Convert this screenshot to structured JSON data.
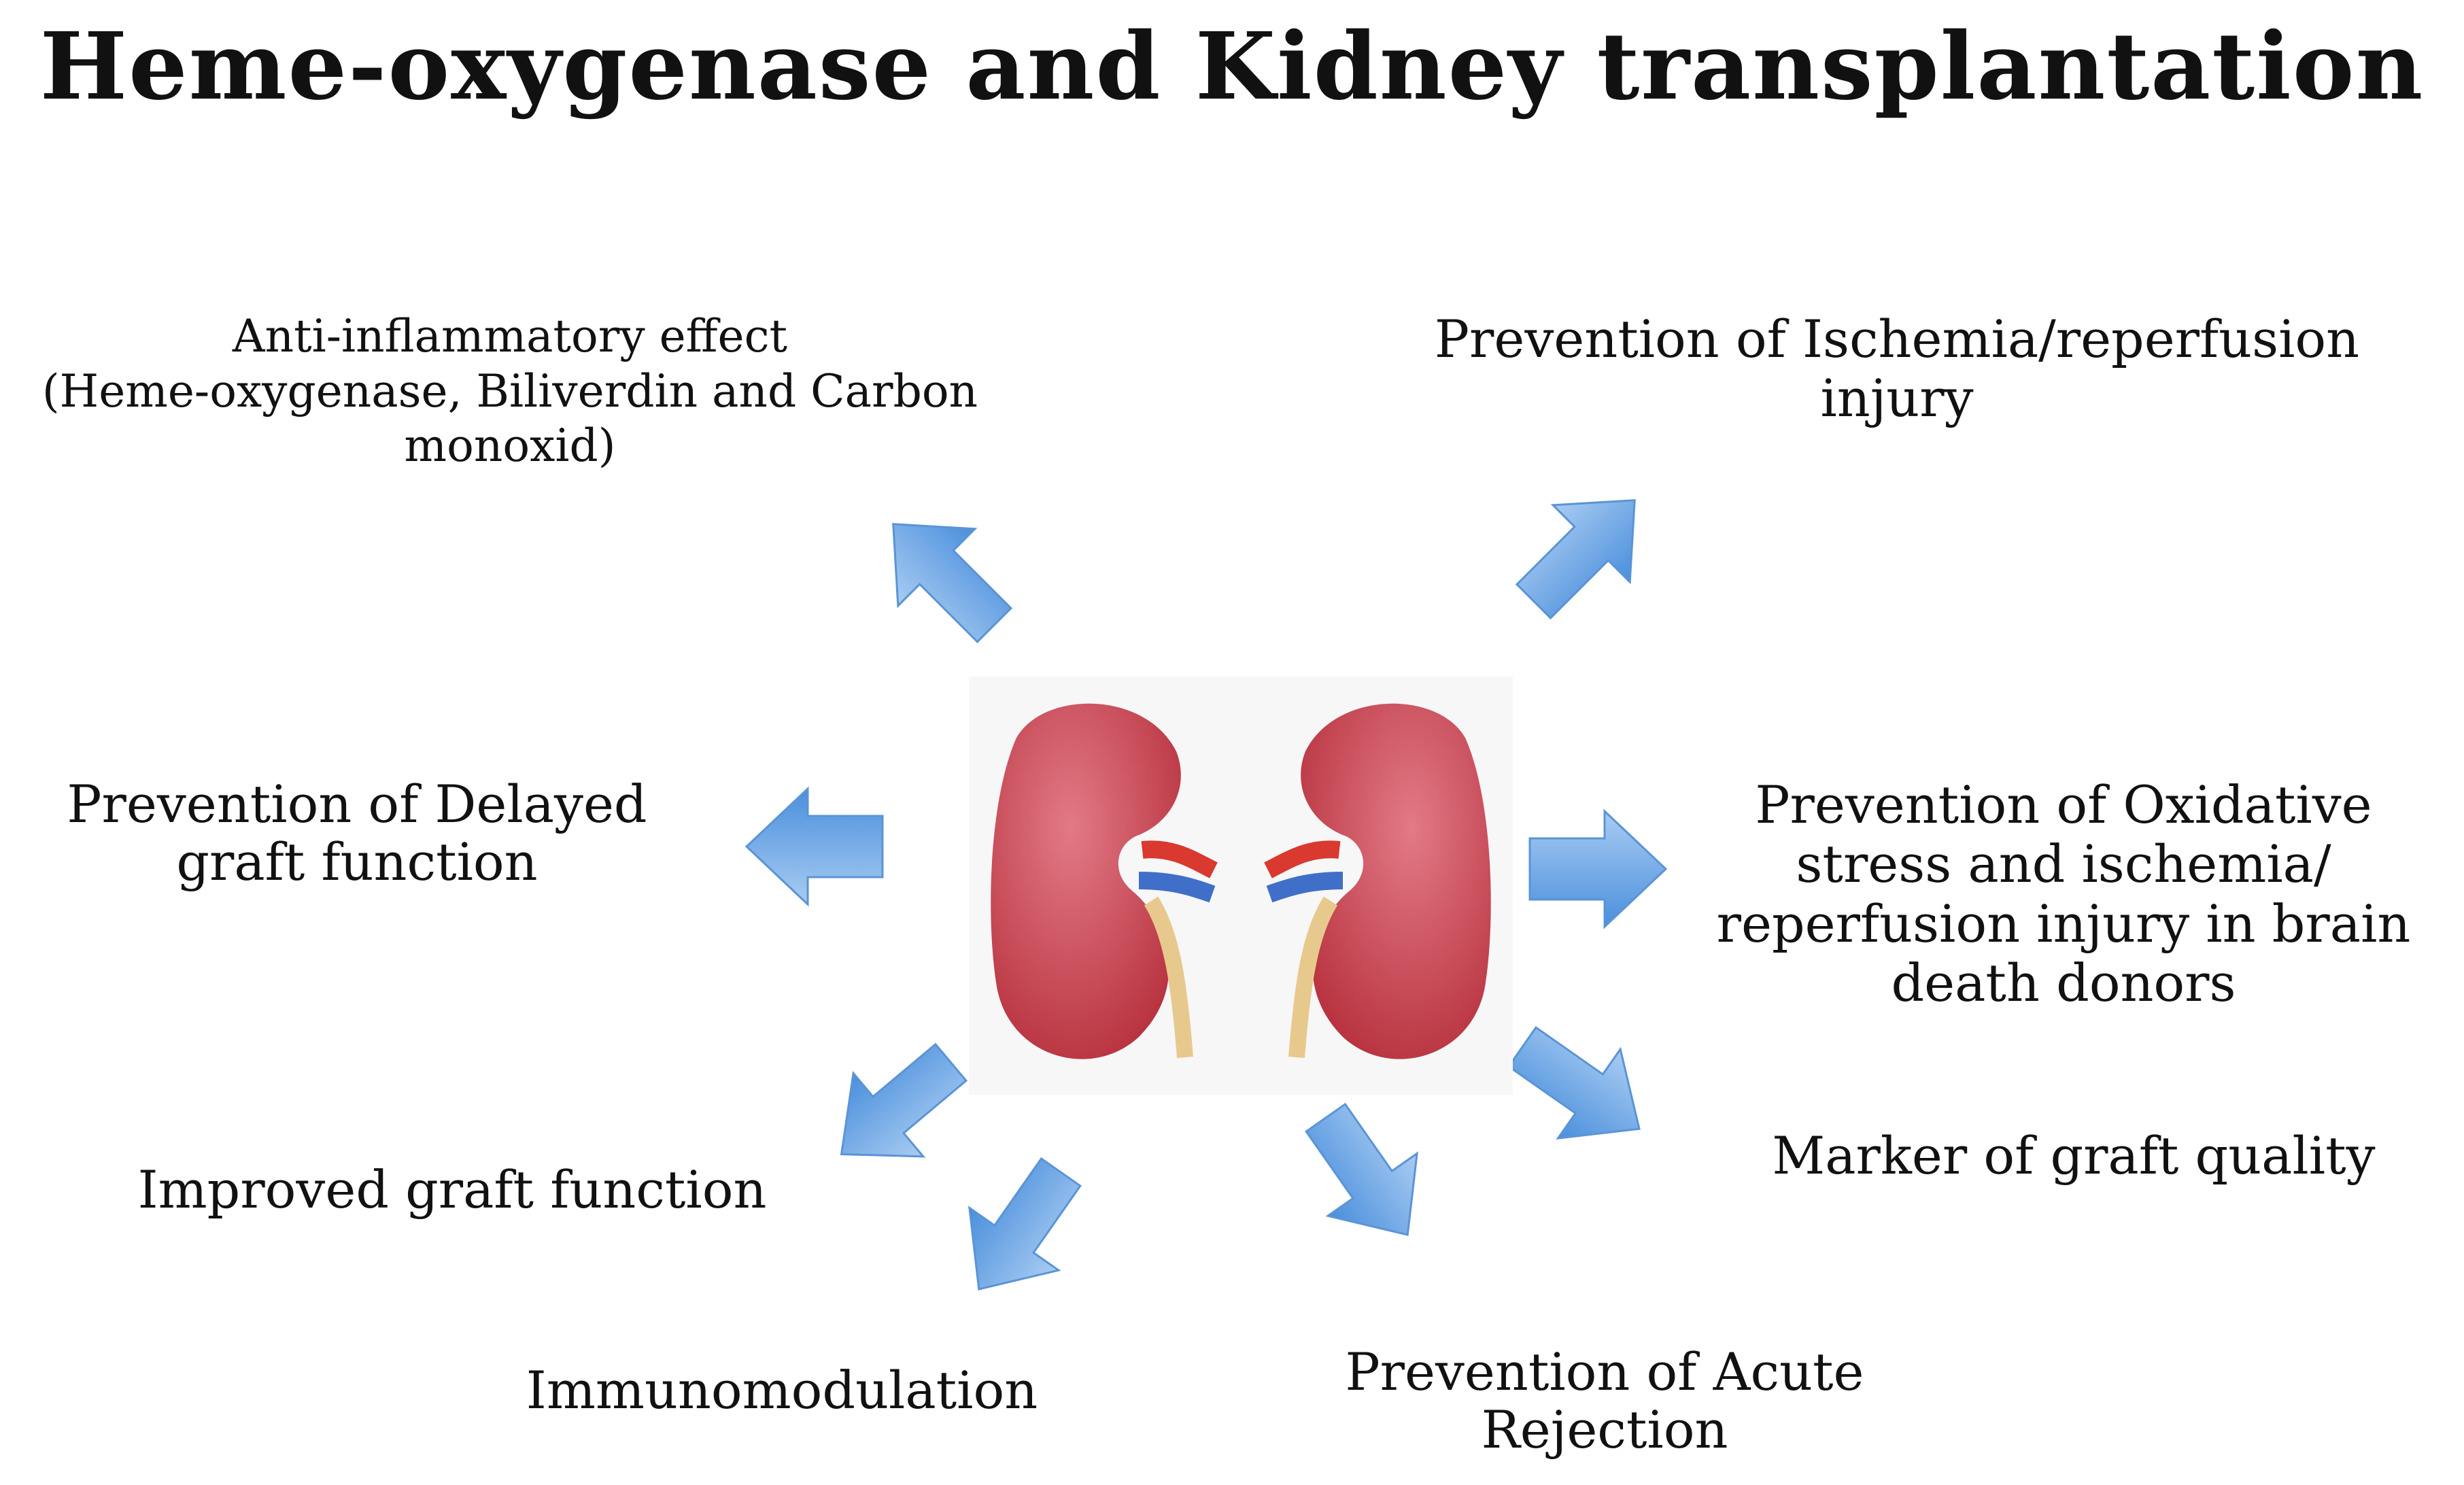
{
  "diagram": {
    "title": "Heme-oxygenase and Kidney transplantation",
    "labels": {
      "anti_inflammatory": "Anti-inflammatory effect\n(Heme-oxygenase, Biliverdin and Carbon\nmonoxid)",
      "ischemia": "Prevention of Ischemia/reperfusion\ninjury",
      "delayed_graft": "Prevention of Delayed\ngraft function",
      "oxidative": "Prevention of Oxidative\nstress and ischemia/\nreperfusion injury in brain\ndeath donors",
      "improved_graft": "Improved graft function",
      "marker": "Marker of graft quality",
      "immunomodulation": "Immunomodulation",
      "acute_rejection": "Prevention of Acute\nRejection"
    },
    "colors": {
      "arrow_light": "#a9ccf2",
      "arrow_dark": "#4a8fdc",
      "kidney": "#b8323f",
      "kidney_highlight": "#e27a86",
      "artery": "#d9392e",
      "vein": "#3f6fc9",
      "ureter": "#e8c98d"
    }
  }
}
